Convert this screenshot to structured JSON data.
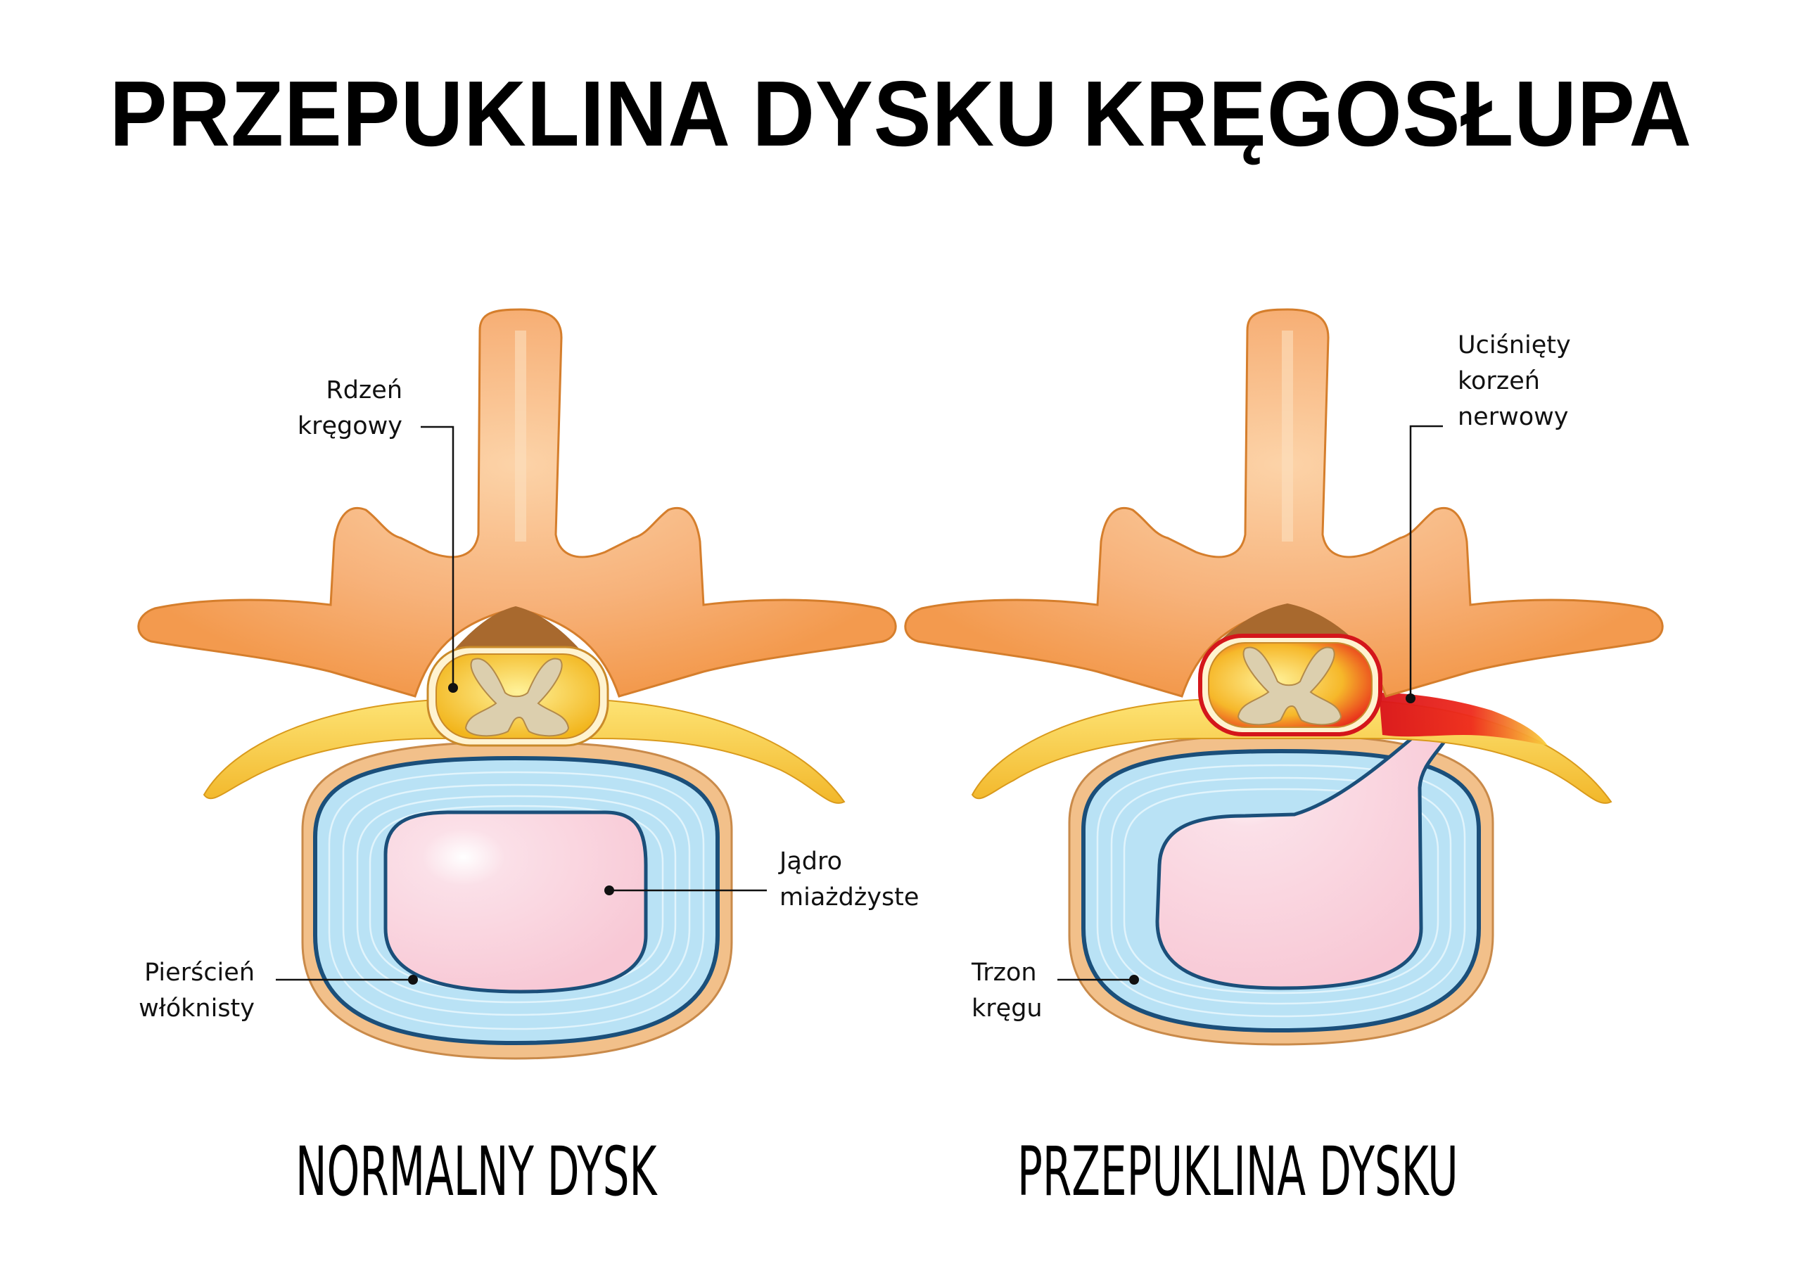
{
  "title": "PRZEPUKLINA DYSKU KRĘGOSŁUPA",
  "panels": [
    {
      "id": "normal",
      "caption": "NORMALNY DYSK",
      "labels": [
        {
          "key": "spinal_cord",
          "lines": [
            "Rdzeń",
            "kręgowy"
          ]
        },
        {
          "key": "nucleus",
          "lines": [
            "Jądro",
            "miażdżyste"
          ]
        },
        {
          "key": "annulus",
          "lines": [
            "Pierścień",
            "włóknisty"
          ]
        }
      ]
    },
    {
      "id": "herniated",
      "caption": "PRZEPUKLINA DYSKU",
      "labels": [
        {
          "key": "compressed_nerve_root",
          "lines": [
            "Uciśnięty",
            "korzeń",
            "nerwowy"
          ]
        },
        {
          "key": "vertebral_body",
          "lines": [
            "Trzon",
            "kręgu"
          ]
        }
      ]
    }
  ],
  "colors": {
    "bone": "#f7b97a",
    "bone_dark": "#e8903a",
    "bone_outline": "#c9772c",
    "nerve": "#f9d23c",
    "spinal_cord": "#f6c42a",
    "grey_matter": "#dccfae",
    "annulus": "#b9e2f5",
    "annulus_outline": "#1b4f7a",
    "nucleus": "#f9cdd9",
    "body": "#f2c08a",
    "inflamed": "#e3171b"
  }
}
